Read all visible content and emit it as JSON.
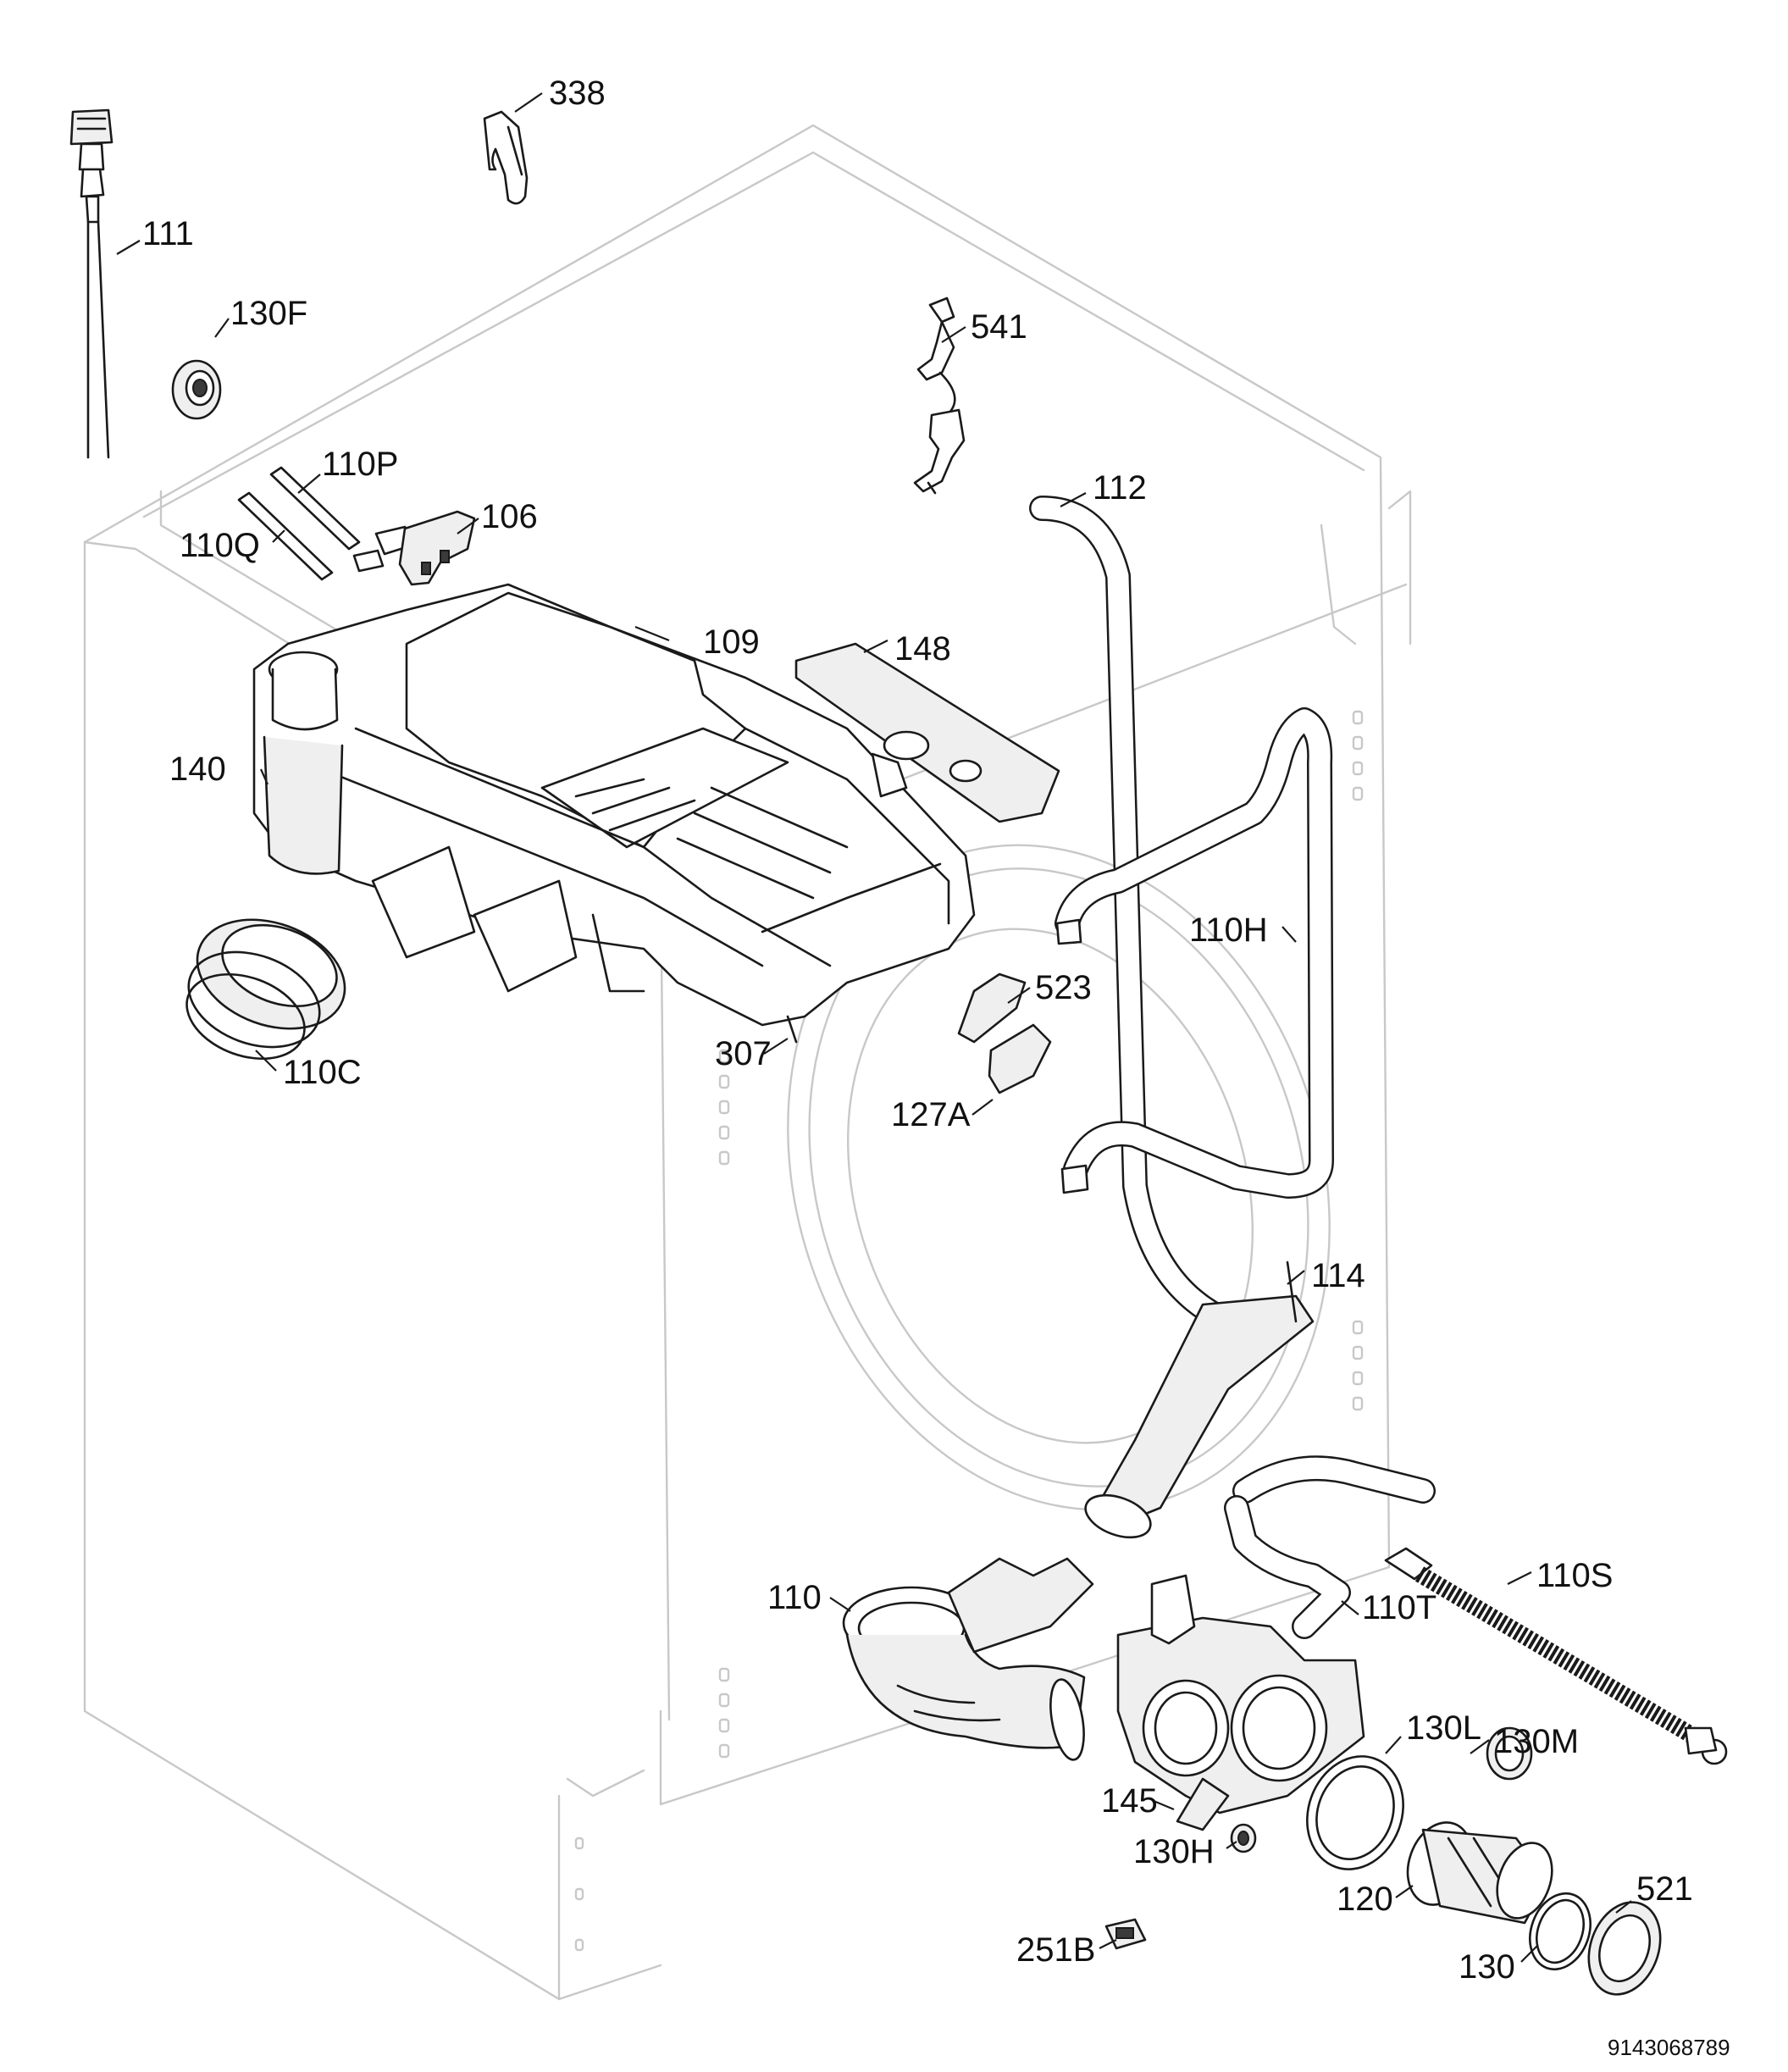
{
  "diagram": {
    "labels": {
      "l111": "111",
      "l338": "338",
      "l130F": "130F",
      "l541": "541",
      "l110P": "110P",
      "l110Q": "110Q",
      "l106": "106",
      "l112": "112",
      "l109": "109",
      "l148": "148",
      "l140": "140",
      "l110H": "110H",
      "l523": "523",
      "l307": "307",
      "l110C": "110C",
      "l127A": "127A",
      "l114": "114",
      "l110": "110",
      "l110T": "110T",
      "l110S": "110S",
      "l130L": "130L",
      "l130M": "130M",
      "l145": "145",
      "l130H": "130H",
      "l120": "120",
      "l521": "521",
      "l251B": "251B",
      "l130": "130"
    },
    "document_number": "9143068789"
  }
}
